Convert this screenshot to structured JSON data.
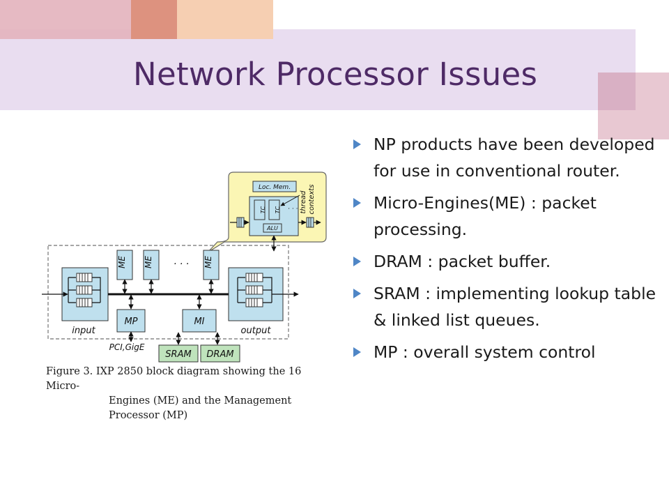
{
  "slide": {
    "title": "Network Processor Issues"
  },
  "bullets": [
    "NP products have been developed for use in conventional router.",
    "Micro-Engines(ME) : packet processing.",
    "DRAM : packet buffer.",
    "SRAM : implementing lookup table & linked list queues.",
    "MP : overall system control"
  ],
  "diagram": {
    "blocks": {
      "me": "ME",
      "ellipsis": "· · ·",
      "mp": "MP",
      "mi": "MI",
      "input": "input",
      "output": "output",
      "pci": "PCI,GigE",
      "sram": "SRAM",
      "dram": "DRAM"
    },
    "callout": {
      "loc_mem": "Loc. Mem.",
      "tc": "TC",
      "alu": "ALU",
      "thread": "thread",
      "contexts": "contexts",
      "dots": "· · ·"
    },
    "colors": {
      "block_fill": "#bfe0ee",
      "callout_fill": "#fbf6b4",
      "memory_fill": "#bfe3bc"
    }
  },
  "caption": {
    "line1": "Figure 3. IXP 2850 block diagram showing the 16 Micro-",
    "line2": "Engines (ME) and the Management Processor (MP)"
  }
}
